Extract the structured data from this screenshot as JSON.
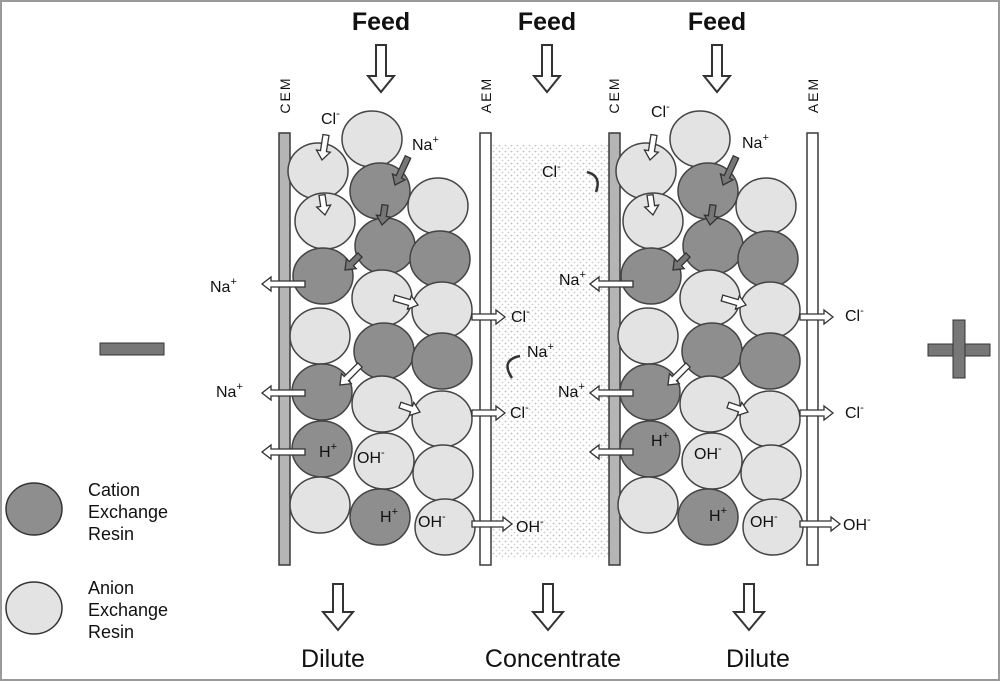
{
  "labels": {
    "feed": [
      "Feed",
      "Feed",
      "Feed"
    ],
    "outlets": [
      "Dilute",
      "Concentrate",
      "Dilute"
    ],
    "membranes": [
      "CEM",
      "AEM",
      "CEM",
      "AEM"
    ],
    "electrodes": [
      "−",
      "+"
    ]
  },
  "ions": {
    "cl": "Cl",
    "na": "Na",
    "h": "H",
    "oh": "OH",
    "minus": "-",
    "plus": "+"
  },
  "legend": [
    {
      "lines": [
        "Cation",
        "Exchange",
        "Resin"
      ],
      "kind": "cation"
    },
    {
      "lines": [
        "Anion",
        "Exchange",
        "Resin"
      ],
      "kind": "anion"
    }
  ],
  "colors": {
    "cation_resin": "#8e8e8e",
    "anion_resin": "#e3e3e3",
    "membrane": "#b5b5b5",
    "outline": "#444444",
    "concentrate_stipple": "#c7c7c7",
    "background": "#ffffff"
  },
  "icons": [
    "down-arrow-icon",
    "minus-electrode-icon",
    "plus-electrode-icon",
    "transfer-arrow-icon"
  ]
}
